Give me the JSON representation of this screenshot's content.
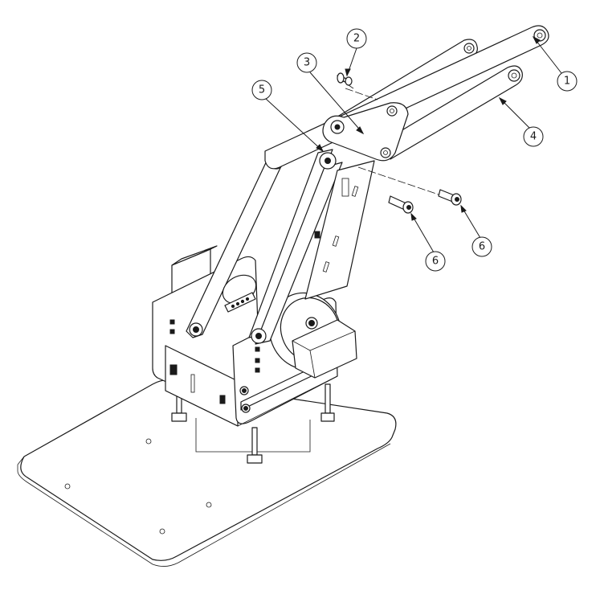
{
  "callouts": [
    {
      "id": "c1",
      "label": "1"
    },
    {
      "id": "c2",
      "label": "2"
    },
    {
      "id": "c3",
      "label": "3"
    },
    {
      "id": "c4",
      "label": "4"
    },
    {
      "id": "c5",
      "label": "5"
    },
    {
      "id": "c6a",
      "label": "6"
    },
    {
      "id": "c6b",
      "label": "6"
    }
  ]
}
